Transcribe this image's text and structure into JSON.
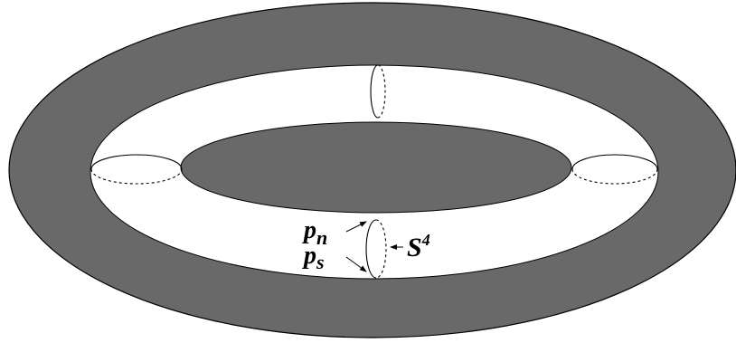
{
  "colors": {
    "band_fill": "#696969",
    "hole_fill": "#ffffff",
    "inner_fill": "#696969",
    "stroke": "#000000"
  },
  "labels": {
    "pn_base": "p",
    "pn_sub": "n",
    "ps_base": "p",
    "ps_sub": "s",
    "sphere_base": "S",
    "sphere_sup": "4"
  }
}
